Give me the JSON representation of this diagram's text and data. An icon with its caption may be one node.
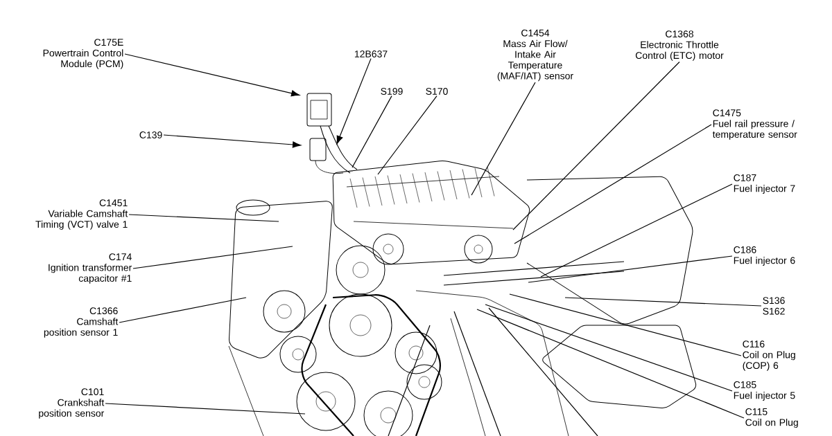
{
  "diagram": {
    "nodes": [
      {
        "text": [
          "C175E",
          "Powertrain Control Module (PCM)"
        ]
      },
      {
        "text": [
          "12B637"
        ]
      },
      {
        "text": [
          "S199"
        ]
      },
      {
        "text": [
          "S170"
        ]
      },
      {
        "text": [
          "C1454",
          "Mass Air Flow/ Intake Air Temperature (MAF/IAT) sensor"
        ]
      },
      {
        "text": [
          "C1368",
          "Electronic Throttle Control (ETC) motor"
        ]
      },
      {
        "text": [
          "C1475",
          "Fuel rail pressure / temperature sensor"
        ]
      },
      {
        "text": [
          "C187",
          "Fuel injector 7"
        ]
      },
      {
        "text": [
          "C186",
          "Fuel injector 6"
        ]
      },
      {
        "text": [
          "S136",
          "S162"
        ]
      },
      {
        "text": [
          "C116",
          "Coil on Plug (COP) 6"
        ]
      },
      {
        "text": [
          "C185",
          "Fuel injector 5"
        ]
      },
      {
        "text": [
          "C115",
          "Coil on Plug"
        ]
      },
      {
        "text": [
          "C139"
        ]
      },
      {
        "text": [
          "C1451",
          "Variable Camshaft Timing (VCT) valve 1"
        ]
      },
      {
        "text": [
          "C174",
          "Ignition transformer capacitor #1"
        ]
      },
      {
        "text": [
          "C1366",
          "Camshaft position sensor 1"
        ]
      },
      {
        "text": [
          "C101",
          "Crankshaft position sensor"
        ]
      }
    ],
    "edges": [
      {
        "from": 0,
        "to": null,
        "arrow": "to"
      },
      {
        "from": 1,
        "to": null,
        "arrow": "to"
      },
      {
        "from": 2,
        "to": null,
        "arrow": "none"
      },
      {
        "from": 3,
        "to": null,
        "arrow": "none"
      },
      {
        "from": 4,
        "to": null,
        "arrow": "none"
      },
      {
        "from": 5,
        "to": null,
        "arrow": "none"
      },
      {
        "from": 6,
        "to": null,
        "arrow": "none"
      },
      {
        "from": 7,
        "to": null,
        "arrow": "none"
      },
      {
        "from": 8,
        "to": null,
        "arrow": "none"
      },
      {
        "from": 9,
        "to": null,
        "arrow": "none"
      },
      {
        "from": 10,
        "to": null,
        "arrow": "none"
      },
      {
        "from": 11,
        "to": null,
        "arrow": "none"
      },
      {
        "from": 12,
        "to": null,
        "arrow": "none"
      },
      {
        "from": 13,
        "to": null,
        "arrow": "to"
      },
      {
        "from": 14,
        "to": null,
        "arrow": "none"
      },
      {
        "from": 15,
        "to": null,
        "arrow": "none"
      },
      {
        "from": 16,
        "to": null,
        "arrow": "none"
      },
      {
        "from": 17,
        "to": null,
        "arrow": "none"
      }
    ]
  }
}
